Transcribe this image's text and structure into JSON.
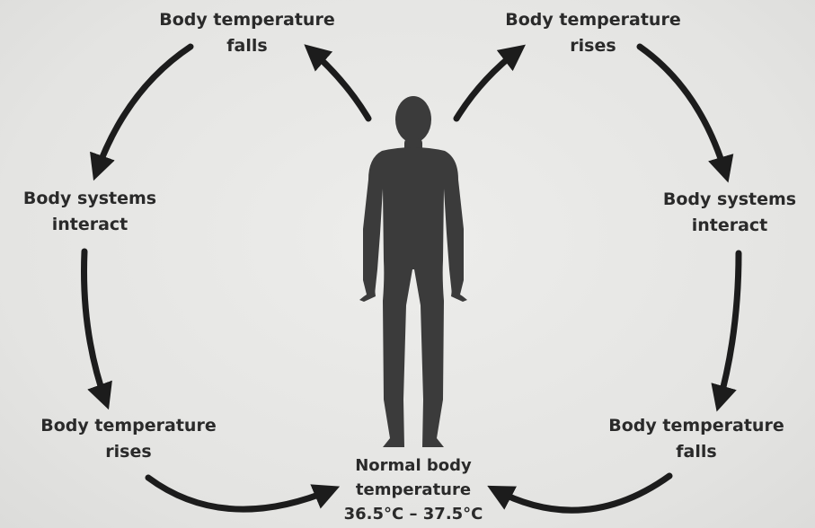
{
  "diagram": {
    "left_loop": {
      "top": {
        "line1": "Body temperature",
        "line2": "falls"
      },
      "middle": {
        "line1": "Body systems",
        "line2": "interact"
      },
      "bottom": {
        "line1": "Body temperature",
        "line2": "rises"
      }
    },
    "right_loop": {
      "top": {
        "line1": "Body temperature",
        "line2": "rises"
      },
      "middle": {
        "line1": "Body systems",
        "line2": "interact"
      },
      "bottom": {
        "line1": "Body temperature",
        "line2": "falls"
      }
    },
    "center": {
      "line1": "Normal body",
      "line2": "temperature",
      "line3": "36.5°C – 37.5°C"
    }
  },
  "colors": {
    "arrow": "#1c1c1c",
    "figure": "#3b3b3b",
    "text": "#2a2a2a"
  },
  "icons": {
    "figure": "human-silhouette-icon"
  }
}
